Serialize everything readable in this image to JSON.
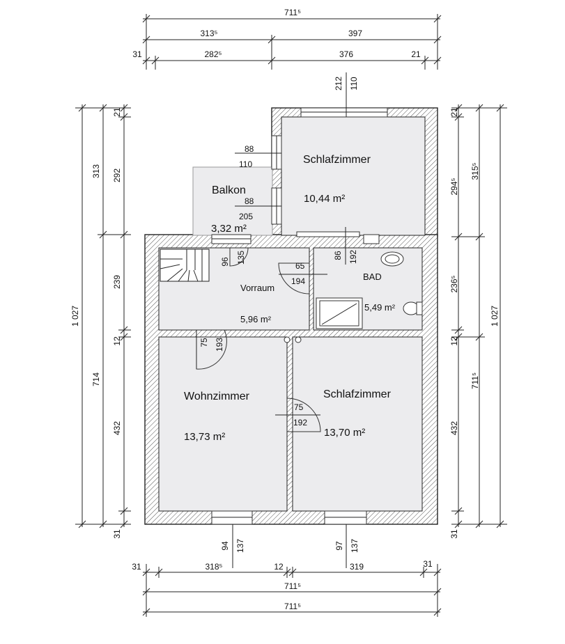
{
  "rooms": {
    "schlafzimmer_top": {
      "name": "Schlafzimmer",
      "area": "10,44 m²"
    },
    "balkon": {
      "name": "Balkon",
      "area": "3,32 m²"
    },
    "vorraum": {
      "name": "Vorraum",
      "area": "5,96 m²"
    },
    "bad": {
      "name": "BAD",
      "area": "5,49 m²"
    },
    "wohnzimmer": {
      "name": "Wohnzimmer",
      "area": "13,73 m²"
    },
    "schlafzimmer_bottom": {
      "name": "Schlafzimmer",
      "area": "13,70 m²"
    }
  },
  "dims": {
    "top": {
      "row1": [
        "711⁵"
      ],
      "row2": [
        "313⁵",
        "397"
      ],
      "row3": [
        "31",
        "282⁵",
        "376",
        "21"
      ],
      "window_top": [
        "212",
        "110"
      ]
    },
    "bottom": {
      "row1": [
        "31",
        "318⁵",
        "12",
        "319",
        "31"
      ],
      "row2": [
        "711⁵"
      ],
      "row3": [
        "711⁵"
      ],
      "window_left": [
        "94",
        "137"
      ],
      "window_right": [
        "97",
        "137"
      ]
    },
    "left": {
      "outer": [
        "1 027"
      ],
      "mid": [
        "313",
        "714"
      ],
      "inner": [
        "21",
        "292",
        "239",
        "12",
        "432",
        "31"
      ]
    },
    "right": {
      "inner": [
        "21",
        "294⁵",
        "236⁵",
        "12",
        "711⁵",
        "432",
        "31"
      ],
      "mid": [
        "315⁵"
      ],
      "outer": [
        "1 027"
      ]
    },
    "openings": {
      "bal_win1_a": "88",
      "bal_win1_b": "110",
      "bal_win2_a": "88",
      "bal_win2_b": "205",
      "balk_door_a": "96",
      "balk_door_b": "135",
      "bad_door_a": "65",
      "bad_door_b": "194",
      "bad_top_a": "86",
      "bad_top_b": "192",
      "wohn_door_a": "75",
      "wohn_door_b": "193",
      "schlaf_door_a": "75",
      "schlaf_door_b": "192"
    }
  }
}
